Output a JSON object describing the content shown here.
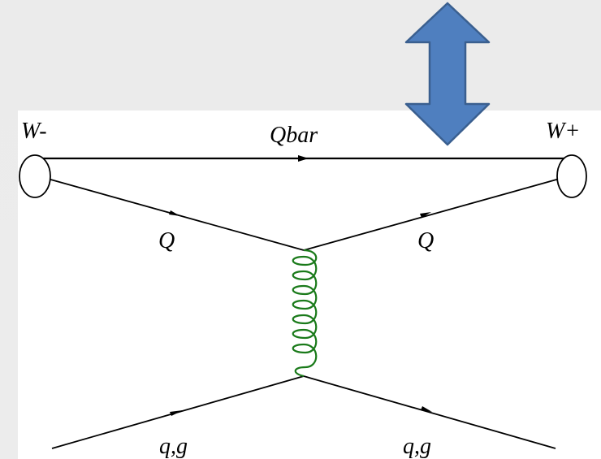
{
  "labels": {
    "w_minus": "W-",
    "w_plus": "W+",
    "qbar": "Qbar",
    "q_left": "Q",
    "q_right": "Q",
    "qg_left": "q,g",
    "qg_right": "q,g"
  },
  "colors": {
    "background": "#ececec",
    "panel": "#ffffff",
    "lines": "#000000",
    "gluon": "#1a7a1a",
    "arrow_fill": "#4f7fbf",
    "arrow_stroke": "#3a5f8f"
  },
  "icons": {
    "arrow": "double-headed-vertical-arrow-icon",
    "gluon": "gluon-spring-icon"
  }
}
